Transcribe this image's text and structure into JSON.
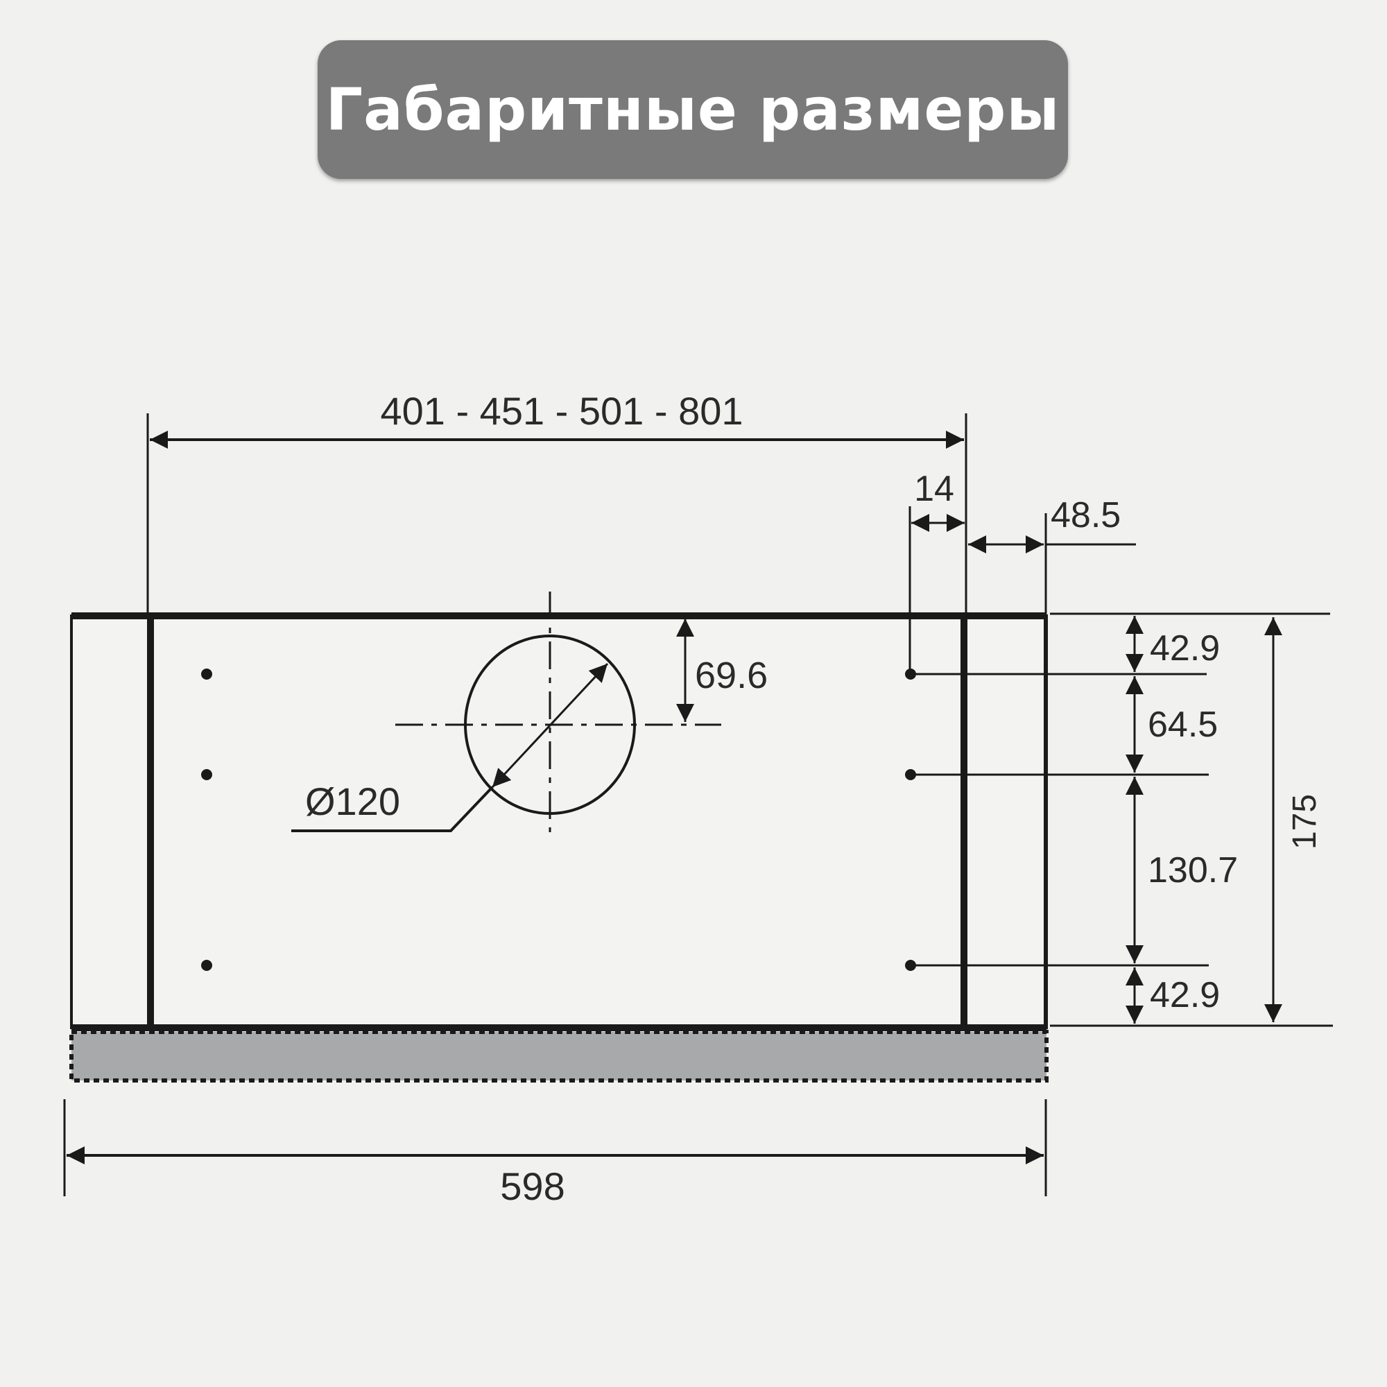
{
  "header": {
    "title": "Габаритные размеры"
  },
  "drawing": {
    "colors": {
      "line": "#1a1a1a",
      "background": "#f1f1f0",
      "filter_fill": "#a8a9ab",
      "badge": "#7a7a7a"
    },
    "dimensions": {
      "inner_width": "401 - 451 - 501 - 801",
      "offset_14": "14",
      "side_48_5": "48.5",
      "hole_depth": "69.6",
      "hole_diameter": "Ø120",
      "right_top_42_9": "42.9",
      "right_64_5": "64.5",
      "right_130_7": "130.7",
      "right_bottom_42_9": "42.9",
      "total_height": "175",
      "total_width": "598"
    }
  }
}
